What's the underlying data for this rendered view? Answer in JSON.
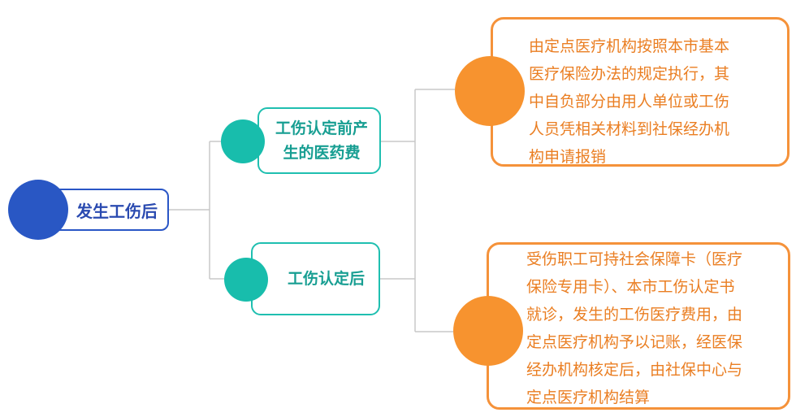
{
  "root": {
    "label": "发生工伤后"
  },
  "branches": [
    {
      "label_lines": [
        "工伤认定前产",
        "生的医药费"
      ],
      "detail_lines": [
        "由定点医疗机构按照本市基本",
        "医疗保险办法的规定执行，其",
        "中自负部分由用人单位或工伤",
        "人员凭相关材料到社保经办机",
        "构申请报销"
      ]
    },
    {
      "label_lines": [
        "工伤认定后"
      ],
      "detail_lines": [
        "受伤职工可持社会保障卡（医疗",
        "保险专用卡）、本市工伤认定书",
        "就诊，发生的工伤医疗费用，由",
        "定点医疗机构予以记账，经医保",
        "经办机构核定后，由社保中心与",
        "定点医疗机构结算"
      ]
    }
  ],
  "colors": {
    "root": "#2957c4",
    "level1": "#18bdac",
    "level2": "#f7932f",
    "connector": "#c8c8c8"
  }
}
